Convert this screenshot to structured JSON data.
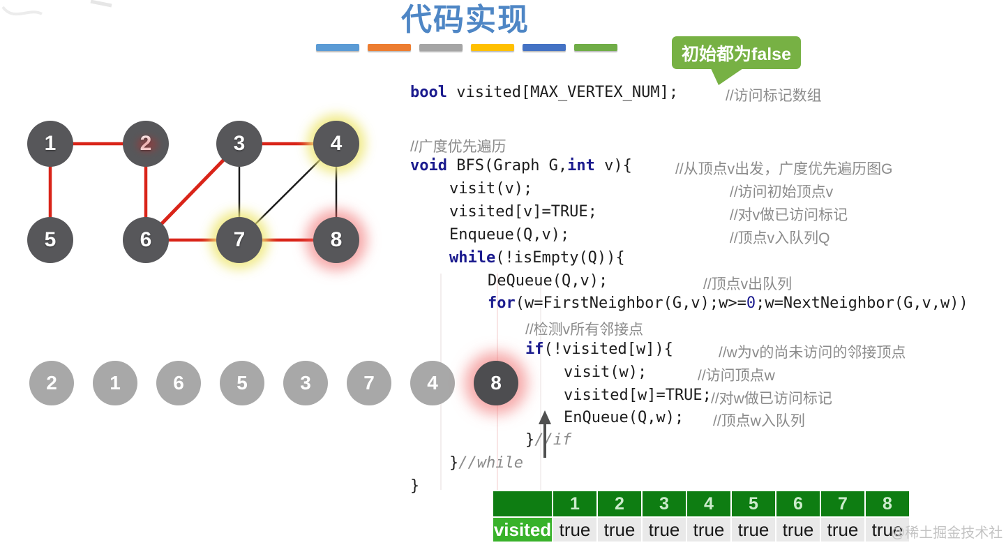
{
  "header": {
    "title": "代码实现",
    "bar_colors": [
      "#5b9bd5",
      "#ed7d31",
      "#a5a5a5",
      "#ffc000",
      "#4472c4",
      "#70ad47"
    ]
  },
  "badge": {
    "text": "初始都为false",
    "color": "#77b144"
  },
  "graph": {
    "nodes": [
      {
        "label": "1",
        "glow": "none"
      },
      {
        "label": "2",
        "glow": "none"
      },
      {
        "label": "3",
        "glow": "none"
      },
      {
        "label": "4",
        "glow": "yellow"
      },
      {
        "label": "5",
        "glow": "none"
      },
      {
        "label": "6",
        "glow": "none"
      },
      {
        "label": "7",
        "glow": "yellow"
      },
      {
        "label": "8",
        "glow": "red"
      }
    ],
    "edges_visited_red": [
      "1-2",
      "1-5",
      "2-6",
      "3-4",
      "6-3",
      "6-7",
      "7-8"
    ],
    "edges_unvisited_black": [
      "3-7",
      "7-4",
      "4-8"
    ],
    "edge_colors": {
      "visited": "#d92419",
      "unvisited": "#1b1b1b"
    }
  },
  "queue": {
    "items": [
      "2",
      "1",
      "6",
      "5",
      "3",
      "7",
      "4",
      "8"
    ],
    "highlighted": "8"
  },
  "code": {
    "keyword_color": "#1b1b8e",
    "comment_color": "#8b8b8b",
    "lines": [
      {
        "parts": [
          {
            "t": "bool"
          },
          {
            "t": " visited[MAX_VERTEX_NUM];"
          }
        ],
        "comment": "//访问标记数组"
      },
      {
        "parts": [],
        "comment": "//广度优先遍历"
      },
      {
        "parts": [
          {
            "t": "void"
          },
          {
            "t": " BFS(Graph G,"
          },
          {
            "t": "int"
          },
          {
            "t": " v){"
          }
        ],
        "comment": "//从顶点v出发，广度优先遍历图G"
      },
      {
        "parts": [
          {
            "t": "visit(v);"
          }
        ],
        "comment": "//访问初始顶点v"
      },
      {
        "parts": [
          {
            "t": "visited[v]=TRUE;"
          }
        ],
        "comment": "//对v做已访问标记"
      },
      {
        "parts": [
          {
            "t": "Enqueue(Q,v);"
          }
        ],
        "comment": "//顶点v入队列Q"
      },
      {
        "parts": [
          {
            "t": "while"
          },
          {
            "t": "(!isEmpty(Q)){"
          }
        ],
        "comment": ""
      },
      {
        "parts": [
          {
            "t": "DeQueue(Q,v);"
          }
        ],
        "comment": "//顶点v出队列"
      },
      {
        "parts": [
          {
            "t": "for"
          },
          {
            "t": "(w=FirstNeighbor(G,v);w>="
          },
          {
            "t": "0"
          },
          {
            "t": ";w=NextNeighbor(G,v,w))"
          }
        ],
        "comment": ""
      },
      {
        "parts": [],
        "comment": "//检测v所有邻接点"
      },
      {
        "parts": [
          {
            "t": "if"
          },
          {
            "t": "(!visited[w]){"
          }
        ],
        "comment": "//w为v的尚未访问的邻接顶点"
      },
      {
        "parts": [
          {
            "t": "visit(w);"
          }
        ],
        "comment": "//访问顶点w"
      },
      {
        "parts": [
          {
            "t": "visited[w]=TRUE;"
          }
        ],
        "comment": "//对w做已访问标记"
      },
      {
        "parts": [
          {
            "t": "EnQueue(Q,w);"
          }
        ],
        "comment": "//顶点w入队列"
      },
      {
        "parts": [
          {
            "t": "}"
          },
          {
            "t": "//if"
          }
        ],
        "comment": ""
      },
      {
        "parts": [
          {
            "t": "}"
          },
          {
            "t": "//while"
          }
        ],
        "comment": ""
      },
      {
        "parts": [
          {
            "t": "}"
          }
        ],
        "comment": ""
      }
    ]
  },
  "table": {
    "row_label": "visited",
    "headers": [
      "1",
      "2",
      "3",
      "4",
      "5",
      "6",
      "7",
      "8"
    ],
    "values": [
      "true",
      "true",
      "true",
      "true",
      "true",
      "true",
      "true",
      "true"
    ],
    "header_bg": "#0e7d12",
    "row_label_bg": "#38b22a",
    "value_bg": "#e9e9e9"
  },
  "watermark": "@稀土掘金技术社区",
  "colors": {
    "title_blue": "#4e86c5",
    "node_gray": "#57575a",
    "queue_gray": "#a8a8a8",
    "queue_dark": "#4d4d50",
    "glow_yellow": "#eee878",
    "glow_red": "#ee6464"
  }
}
